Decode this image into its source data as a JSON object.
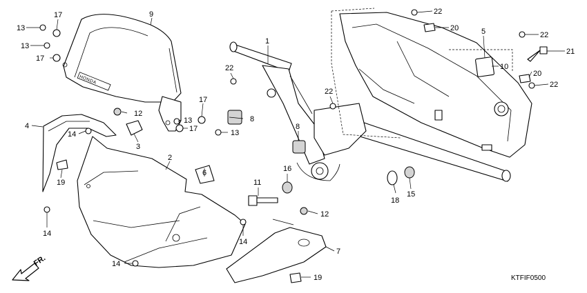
{
  "diagram": {
    "code": "KTFIF0500",
    "direction_label": "FR.",
    "callouts": [
      {
        "id": "c1",
        "text": "1"
      },
      {
        "id": "c2",
        "text": "2"
      },
      {
        "id": "c3",
        "text": "3"
      },
      {
        "id": "c4",
        "text": "4"
      },
      {
        "id": "c5",
        "text": "5"
      },
      {
        "id": "c6",
        "text": "6"
      },
      {
        "id": "c7",
        "text": "7"
      },
      {
        "id": "c8a",
        "text": "8"
      },
      {
        "id": "c8b",
        "text": "8"
      },
      {
        "id": "c9",
        "text": "9"
      },
      {
        "id": "c10",
        "text": "10"
      },
      {
        "id": "c11",
        "text": "11"
      },
      {
        "id": "c12a",
        "text": "12"
      },
      {
        "id": "c12b",
        "text": "12"
      },
      {
        "id": "c13a",
        "text": "13"
      },
      {
        "id": "c13b",
        "text": "13"
      },
      {
        "id": "c13c",
        "text": "13"
      },
      {
        "id": "c13d",
        "text": "13"
      },
      {
        "id": "c14a",
        "text": "14"
      },
      {
        "id": "c14b",
        "text": "14"
      },
      {
        "id": "c14c",
        "text": "14"
      },
      {
        "id": "c14d",
        "text": "14"
      },
      {
        "id": "c15",
        "text": "15"
      },
      {
        "id": "c16",
        "text": "16"
      },
      {
        "id": "c17a",
        "text": "17"
      },
      {
        "id": "c17b",
        "text": "17"
      },
      {
        "id": "c17c",
        "text": "17"
      },
      {
        "id": "c17d",
        "text": "17"
      },
      {
        "id": "c18",
        "text": "18"
      },
      {
        "id": "c19a",
        "text": "19"
      },
      {
        "id": "c19b",
        "text": "19"
      },
      {
        "id": "c20a",
        "text": "20"
      },
      {
        "id": "c20b",
        "text": "20"
      },
      {
        "id": "c21",
        "text": "21"
      },
      {
        "id": "c22a",
        "text": "22"
      },
      {
        "id": "c22b",
        "text": "22"
      },
      {
        "id": "c22c",
        "text": "22"
      },
      {
        "id": "c22d",
        "text": "22"
      },
      {
        "id": "c22e",
        "text": "22"
      }
    ]
  }
}
